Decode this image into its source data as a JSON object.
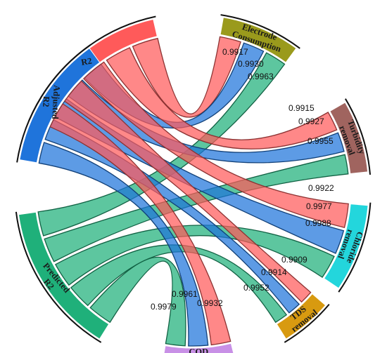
{
  "chart_data": {
    "type": "chord",
    "sources": [
      {
        "id": "r2",
        "label": "R2",
        "color": "#ff5a5a"
      },
      {
        "id": "adj",
        "label": "Adjusted R2",
        "color": "#1f74db"
      },
      {
        "id": "pred",
        "label": "Predicted R2",
        "color": "#1fb07a"
      }
    ],
    "targets": [
      {
        "id": "elec",
        "label": "Electrode Consumption",
        "color": "#9a9a1c"
      },
      {
        "id": "turb",
        "label": "Turbidity removal",
        "color": "#a0645f"
      },
      {
        "id": "chl",
        "label": "Chloride removal",
        "color": "#23d6dc"
      },
      {
        "id": "tds",
        "label": "TDS removal",
        "color": "#d89a10"
      },
      {
        "id": "cod",
        "label": "COD removal",
        "color": "#c890e6"
      }
    ],
    "links": [
      {
        "source": "r2",
        "target": "elec",
        "value": "0.9963"
      },
      {
        "source": "adj",
        "target": "elec",
        "value": "0.9930"
      },
      {
        "source": "pred",
        "target": "elec",
        "value": "0.9917"
      },
      {
        "source": "adj",
        "target": "turb",
        "value": "0.9915"
      },
      {
        "source": "pred",
        "target": "turb",
        "value": "0.9927"
      },
      {
        "source": "r2",
        "target": "turb",
        "value": "0.9955"
      },
      {
        "source": "pred",
        "target": "chl",
        "value": "0.9922"
      },
      {
        "source": "adj",
        "target": "chl",
        "value": "0.9977"
      },
      {
        "source": "r2",
        "target": "chl",
        "value": "0.9988"
      },
      {
        "source": "adj",
        "target": "tds",
        "value": "0.9909"
      },
      {
        "source": "pred",
        "target": "tds",
        "value": "0.9914"
      },
      {
        "source": "r2",
        "target": "tds",
        "value": "0.9952"
      },
      {
        "source": "r2",
        "target": "cod",
        "value": "0.9979"
      },
      {
        "source": "adj",
        "target": "cod",
        "value": "0.9961"
      },
      {
        "source": "pred",
        "target": "cod",
        "value": "0.9932"
      }
    ]
  }
}
